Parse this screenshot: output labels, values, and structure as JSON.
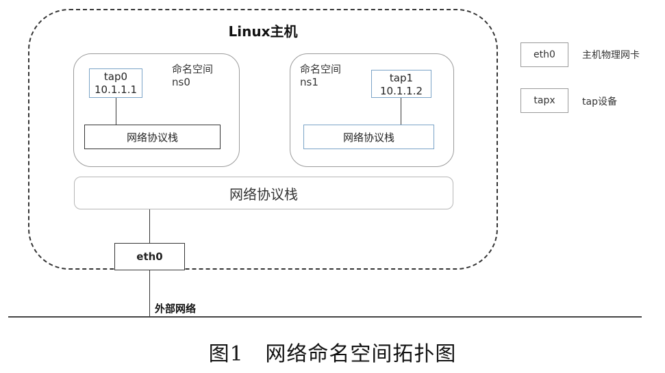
{
  "host": {
    "title": "Linux主机"
  },
  "namespaces": [
    {
      "label_line1": "命名空间",
      "label_line2": "ns0",
      "tap_name": "tap0",
      "tap_ip": "10.1.1.1",
      "stack_label": "网络协议栈"
    },
    {
      "label_line1": "命名空间",
      "label_line2": "ns1",
      "tap_name": "tap1",
      "tap_ip": "10.1.1.2",
      "stack_label": "网络协议栈"
    }
  ],
  "host_stack": {
    "label": "网络协议栈"
  },
  "eth0": {
    "label": "eth0"
  },
  "external": {
    "label": "外部网络"
  },
  "legend": [
    {
      "box": "eth0",
      "description": "主机物理网卡"
    },
    {
      "box": "tapx",
      "description": "tap设备"
    }
  ],
  "caption": {
    "number": "图1",
    "title": "网络命名空间拓扑图"
  }
}
